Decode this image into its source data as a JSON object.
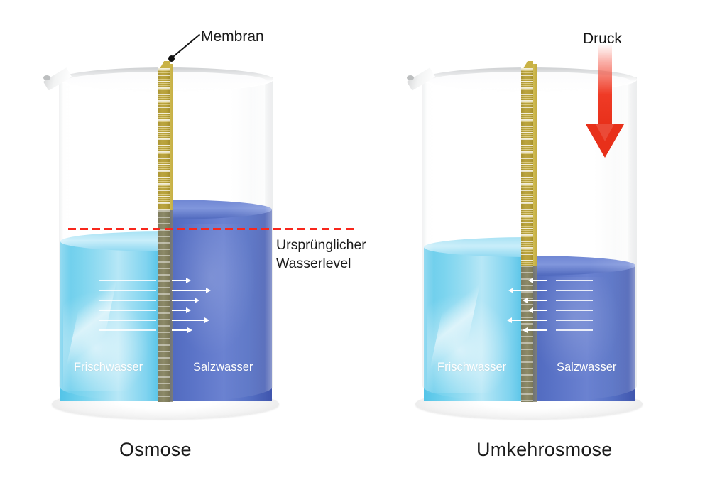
{
  "diagram": {
    "title_left": "Osmose",
    "title_right": "Umkehrosmose",
    "membrane_label": "Membran",
    "original_level_label_line1": "Ursprünglicher",
    "original_level_label_line2": "Wasserlevel",
    "pressure_label": "Druck"
  },
  "colors": {
    "fresh_water": "#72cdea",
    "salt_water": "#5570c4",
    "membrane": "#c9b245",
    "dashed_level_line": "#f8271c",
    "pressure_arrow": "#e8301a",
    "text": "#1b1b1b",
    "glass": "#e4e6e8",
    "label_text": "#ffffff"
  },
  "panels": [
    {
      "id": "osmosis",
      "caption": "Osmose",
      "fresh_label": "Frischwasser",
      "salt_label": "Salzwasser",
      "flow_direction": "right",
      "fresh_level_note": "low",
      "salt_level_note": "high",
      "has_dashed_original_level": true,
      "has_pressure_arrow": false
    },
    {
      "id": "reverse-osmosis",
      "caption": "Umkehrosmose",
      "fresh_label": "Frischwasser",
      "salt_label": "Salzwasser",
      "flow_direction": "left",
      "fresh_level_note": "high",
      "salt_level_note": "low",
      "has_dashed_original_level": false,
      "has_pressure_arrow": true
    }
  ],
  "icons": {
    "flow_arrow_right": "flow-arrow-right-icon",
    "flow_arrow_left": "flow-arrow-left-icon",
    "pressure_arrow_down": "pressure-arrow-down-icon",
    "callout_pointer": "callout-pointer-icon"
  }
}
